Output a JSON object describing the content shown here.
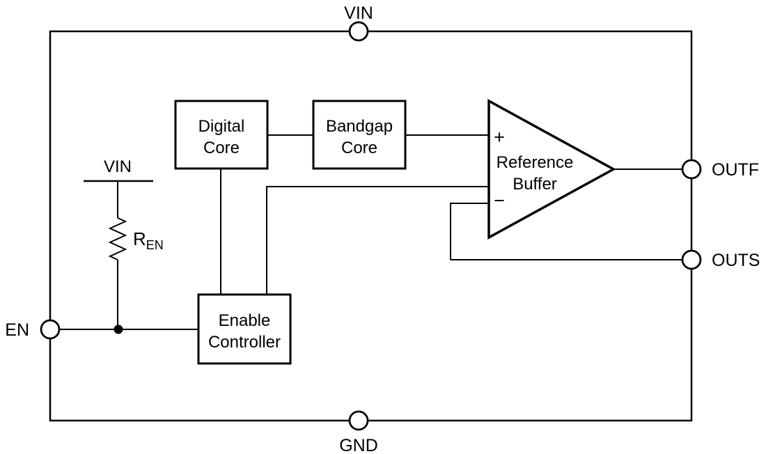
{
  "diagram": {
    "title_semantic": "voltage-reference-functional-block-diagram",
    "colors": {
      "line": "#000000",
      "background": "#ffffff"
    },
    "pins": {
      "vin": {
        "label": "VIN"
      },
      "gnd": {
        "label": "GND"
      },
      "en": {
        "label": "EN"
      },
      "outf": {
        "label": "OUTF"
      },
      "outs": {
        "label": "OUTS"
      }
    },
    "blocks": {
      "digital_core": {
        "line1": "Digital",
        "line2": "Core"
      },
      "bandgap_core": {
        "line1": "Bandgap",
        "line2": "Core"
      },
      "enable_controller": {
        "line1": "Enable",
        "line2": "Controller"
      },
      "reference_buffer": {
        "line1": "Reference",
        "line2": "Buffer",
        "plus": "+",
        "minus": "−"
      }
    },
    "annotations": {
      "internal_rail_label": "VIN",
      "resistor_name": "R",
      "resistor_subscript": "EN"
    }
  }
}
